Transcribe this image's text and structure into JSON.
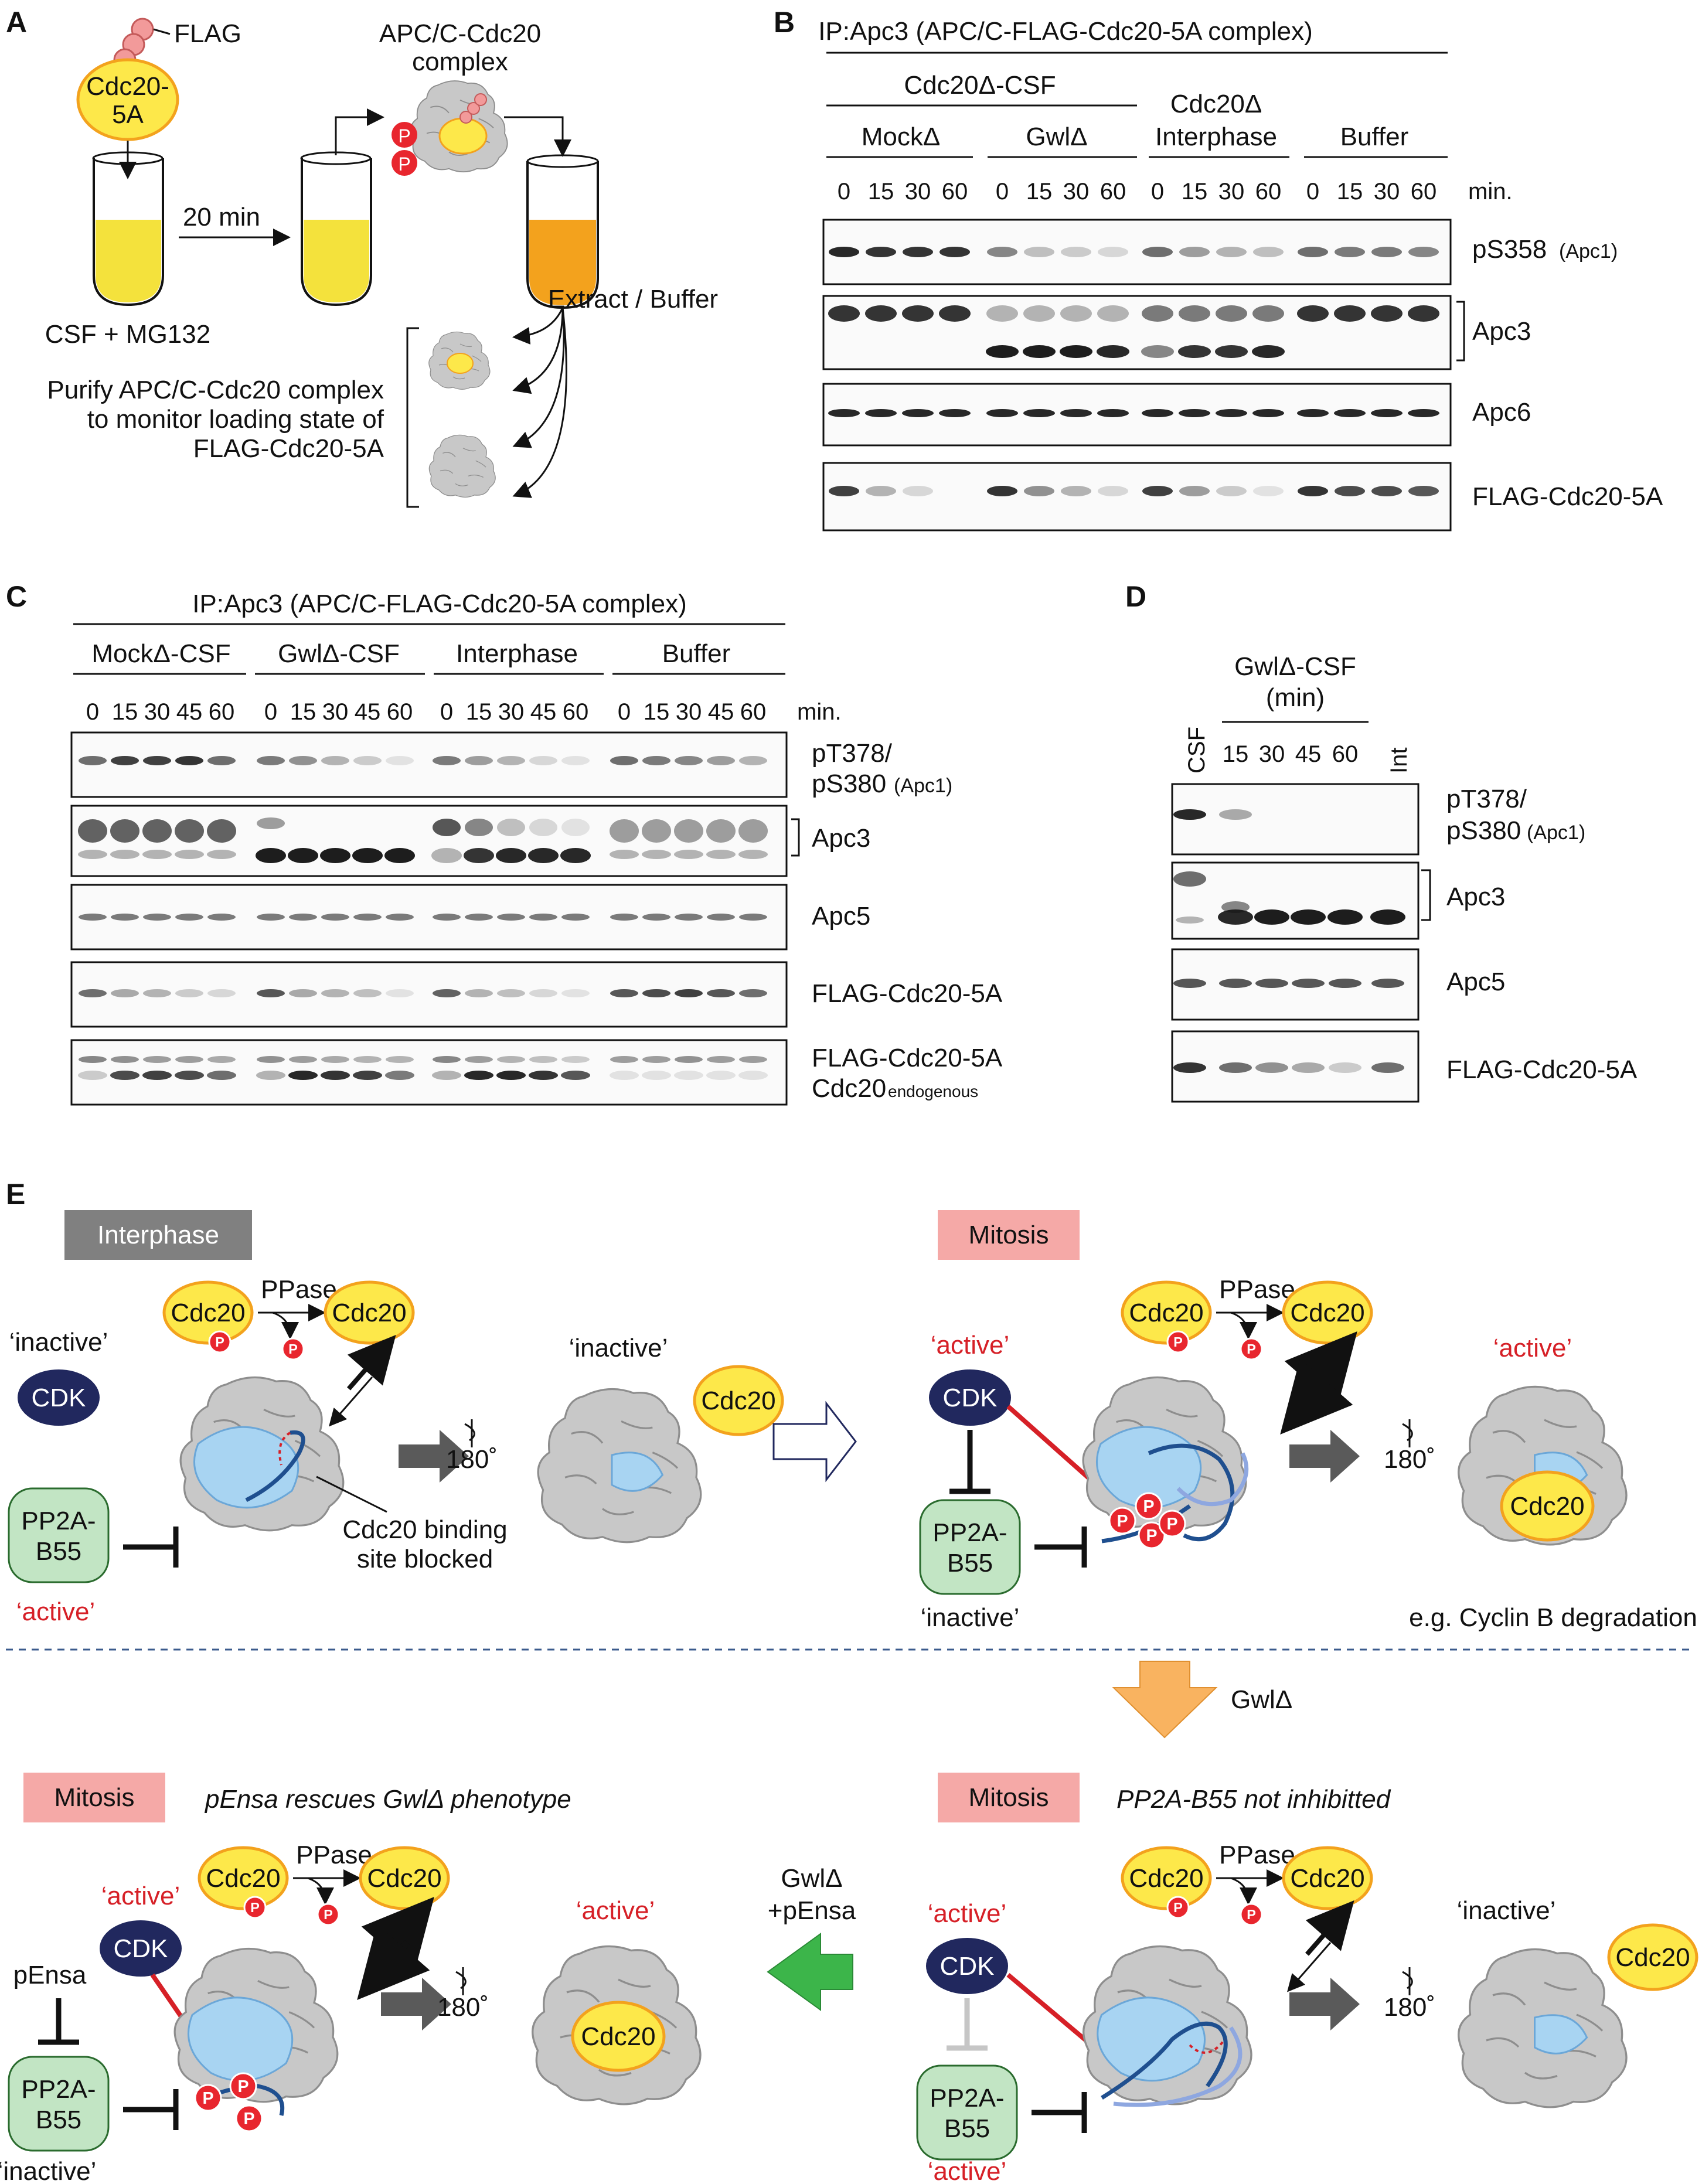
{
  "panels": {
    "A": {
      "label": "A",
      "flag": "FLAG",
      "cdc20_5a": [
        "Cdc20-",
        "5A"
      ],
      "csf_mg132": "CSF + MG132",
      "twenty_min": "20 min",
      "complex": [
        "APC/C-Cdc20",
        "complex"
      ],
      "extract_buffer": "Extract / Buffer",
      "purify_text": [
        "Purify APC/C-Cdc20 complex",
        "to monitor loading state of",
        "FLAG-Cdc20-5A"
      ]
    },
    "B": {
      "label": "B",
      "title": "IP:Apc3 (APC/C-FLAG-Cdc20-5A complex)",
      "csf_group": "Cdc20Δ-CSF",
      "groups": [
        "MockΔ",
        "GwlΔ",
        "Cdc20Δ",
        "Buffer"
      ],
      "interphase_sub": "Interphase",
      "times": [
        "0",
        "15",
        "30",
        "60"
      ],
      "unit": "min.",
      "blot_labels": [
        "pS358",
        "Apc3",
        "Apc6",
        "FLAG-Cdc20-5A"
      ],
      "apc1_suffix": "(Apc1)"
    },
    "C": {
      "label": "C",
      "title": "IP:Apc3 (APC/C-FLAG-Cdc20-5A complex)",
      "groups": [
        "MockΔ-CSF",
        "GwlΔ-CSF",
        "Interphase",
        "Buffer"
      ],
      "times": [
        "0",
        "15",
        "30",
        "45",
        "60"
      ],
      "unit": "min.",
      "blot_labels": [
        "pT378/",
        "pS380",
        "Apc3",
        "Apc5",
        "FLAG-Cdc20-5A",
        "FLAG-Cdc20-5A",
        "Cdc20"
      ],
      "endogenous": "endogenous",
      "apc1_suffix": "(Apc1)"
    },
    "D": {
      "label": "D",
      "group": [
        "GwlΔ-CSF",
        "(min)"
      ],
      "csf": "CSF",
      "int": "Int",
      "times": [
        "15",
        "30",
        "45",
        "60"
      ],
      "blot_labels": [
        "pT378/",
        "pS380",
        "Apc3",
        "Apc5",
        "FLAG-Cdc20-5A"
      ],
      "apc1_suffix": "(Apc1)"
    },
    "E": {
      "label": "E",
      "interphase": "Interphase",
      "mitosis": "Mitosis",
      "cdc20": "Cdc20",
      "ppase": "PPase",
      "p": "P",
      "cdk": "CDK",
      "pp2a": [
        "PP2A-",
        "B55"
      ],
      "active_q": "‘active’",
      "inactive_q": "‘inactive’",
      "rot": "180˚",
      "blocked": [
        "Cdc20 binding",
        "site blocked"
      ],
      "cyclin": "e.g. Cyclin B degradation",
      "gwl_delta": "GwlΔ",
      "pensa_caption": "pEnsa rescues GwlΔ phenotype",
      "pp2a_caption": "PP2A-B55 not inhibitted",
      "pensa": "pEnsa",
      "gwl_pensa": [
        "GwlΔ",
        "+pEnsa"
      ]
    }
  },
  "colors": {
    "yellow": "#fde84a",
    "orange": "#f3a21d",
    "apc_grey": "#c8c8c8",
    "blue_region": "#a8d4f2",
    "navy": "#21285e",
    "red": "#d62027",
    "green_fill": "#c2e5c4",
    "pink_label": "#f5a9a7",
    "grey_label": "#808080"
  }
}
